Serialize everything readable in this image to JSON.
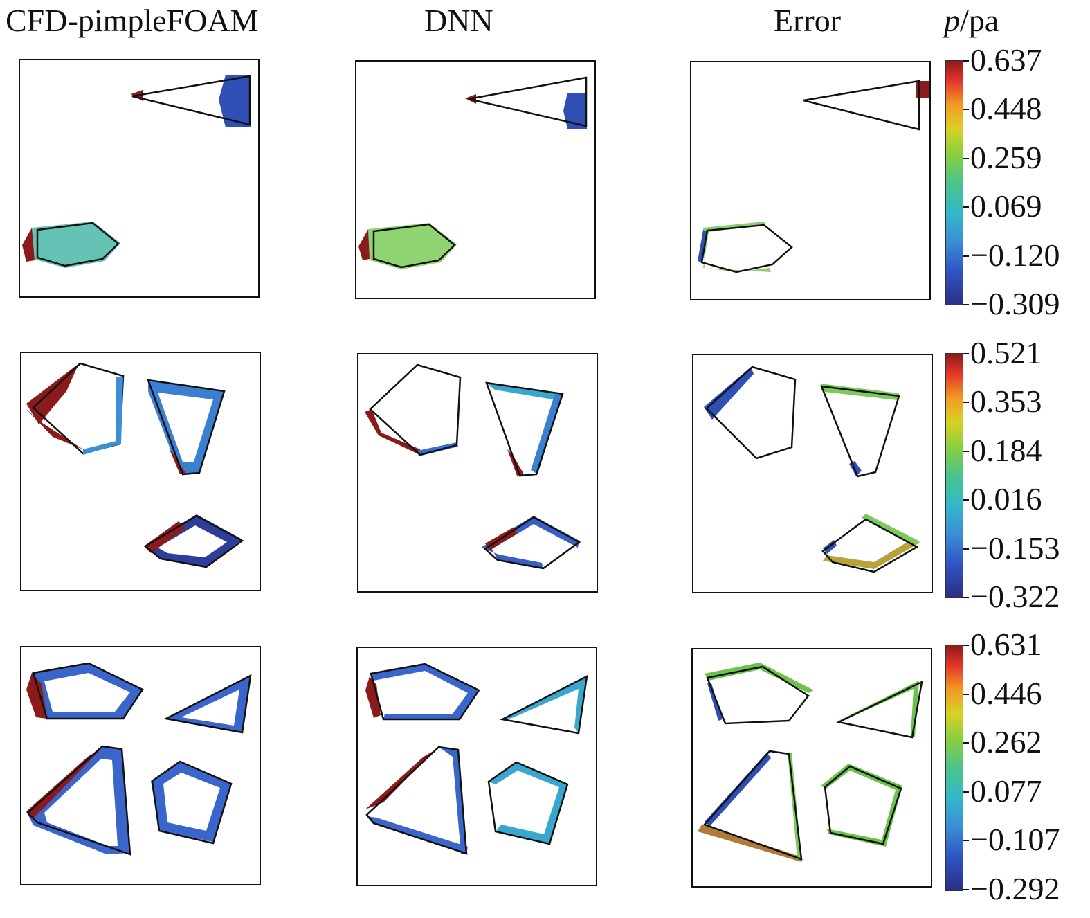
{
  "columns": {
    "cfd": "CFD-pimpleFOAM",
    "dnn": "DNN",
    "error": "Error"
  },
  "colorbar_unit": {
    "symbol": "p",
    "unit": "/pa"
  },
  "colorbars": [
    {
      "ticks": [
        "0.637",
        "0.448",
        "0.259",
        "0.069",
        "−0.120",
        "−0.309"
      ]
    },
    {
      "ticks": [
        "0.521",
        "0.353",
        "0.184",
        "0.016",
        "−0.153",
        "−0.322"
      ]
    },
    {
      "ticks": [
        "0.631",
        "0.446",
        "0.262",
        "0.077",
        "−0.107",
        "−0.292"
      ]
    }
  ],
  "colors": {
    "outline": "#111111",
    "high": "#8b1a1a",
    "low": "#2f4fb5",
    "mid": "#3aa7cf",
    "green": "#6cc24a"
  }
}
